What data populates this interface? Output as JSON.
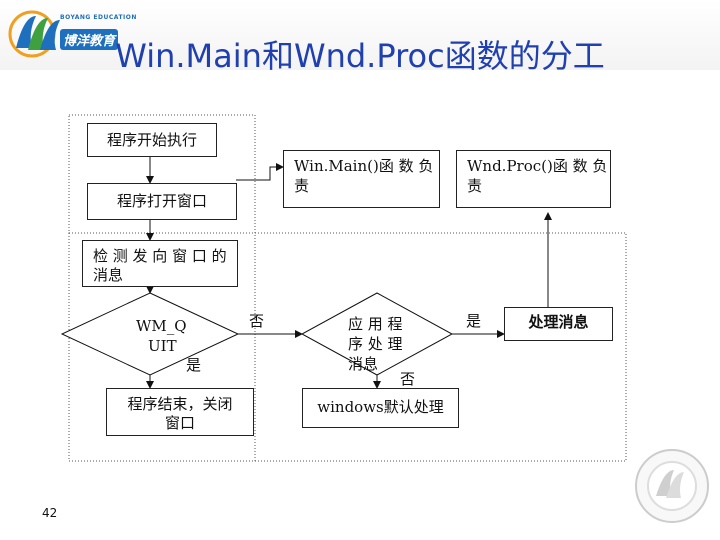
{
  "slide": {
    "title": "Win.Main和Wnd.Proc函数的分工",
    "page_number": "42",
    "logo_text": "博洋教育",
    "logo_subtext": "BOYANG EDUCATION"
  },
  "flowchart": {
    "start": "程序开始执行",
    "open_window": "程序打开窗口",
    "winmain_resp_line1": "Win.Main()函 数 负",
    "winmain_resp_line2": "责",
    "wndproc_resp_line1": "Wnd.Proc()函 数 负",
    "wndproc_resp_line2": "责",
    "detect_line1": "检 测 发 向 窗 口 的",
    "detect_line2": "消息",
    "quit_decision_line1": "WM_Q",
    "quit_decision_line2": "UIT",
    "yes_label_quit": "是",
    "no_label_quit": "否",
    "app_decision_line1": "应 用 程",
    "app_decision_line2": "序 处 理",
    "app_decision_line3": "消息",
    "yes_label_app": "是",
    "no_label_app": "否",
    "end": "程序结束，关闭",
    "end_line2": "窗口",
    "default_proc": "windows默认处理",
    "process_msg": "处理消息"
  }
}
